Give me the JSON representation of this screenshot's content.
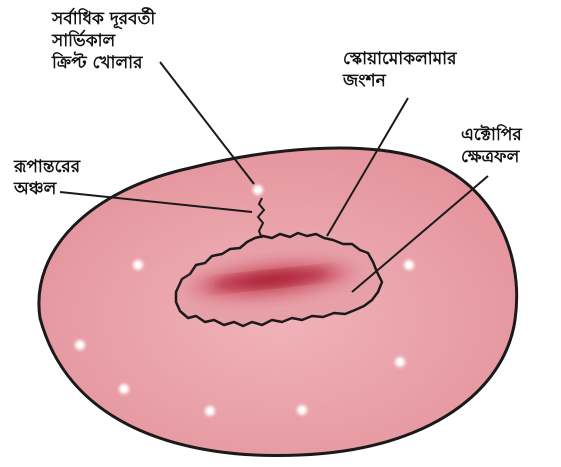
{
  "labels": {
    "crypt_opening": [
      "সর্বাধিক দূরবর্তী",
      "সার্ভিকাল",
      "ক্রিপ্ট খোলার"
    ],
    "transformation_zone": [
      "রূপান্তরের",
      "অঞ্চল"
    ],
    "squamocolumnar_junction": [
      "স্কোয়ামোকলামার",
      "জংশন"
    ],
    "ectopy_area": [
      "এক্টোপির",
      "ক্ষেত্রফল"
    ]
  },
  "colors": {
    "cervix_fill": "#e89aa3",
    "cervix_outline": "#1a1a1a",
    "ectopy_fill": "#d9707e",
    "ectopy_center": "#b8283c",
    "crypt_dot": "#ffffff",
    "leader_line": "#1a1a1a"
  }
}
